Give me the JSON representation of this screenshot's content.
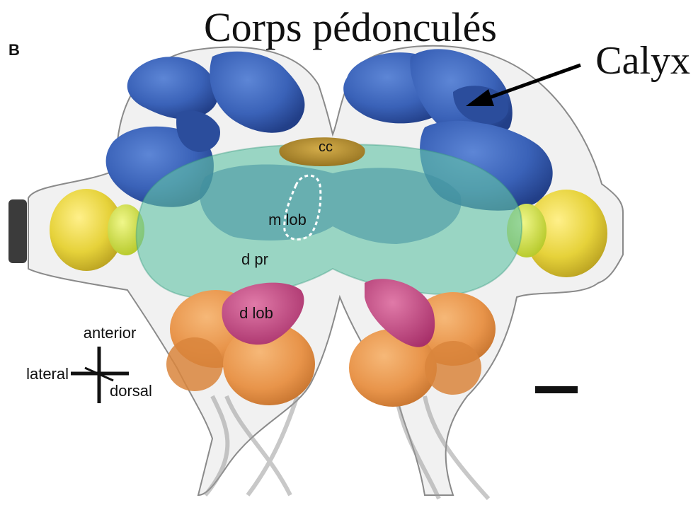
{
  "figure": {
    "panel_letter": "B",
    "title": "Corps pédonculés",
    "callout": "Calyx"
  },
  "labels": {
    "cc": "cc",
    "m_lob": "m lob",
    "d_pr": "d pr",
    "d_lob": "d lob"
  },
  "orientation": {
    "anterior": "anterior",
    "lateral": "lateral",
    "dorsal": "dorsal"
  },
  "colors": {
    "calyx": "#3a62b8",
    "calyx_dark": "#24478f",
    "inner_cyan": "#5fc0ea",
    "yellow": "#e6d23a",
    "yellow_green": "#cfe03a",
    "protocerebrum": "#63c4a6",
    "central_complex": "#b08a2c",
    "lobe_magenta": "#c0407a",
    "orange": "#e8944a",
    "brain_outline": "#8a8a8a"
  }
}
